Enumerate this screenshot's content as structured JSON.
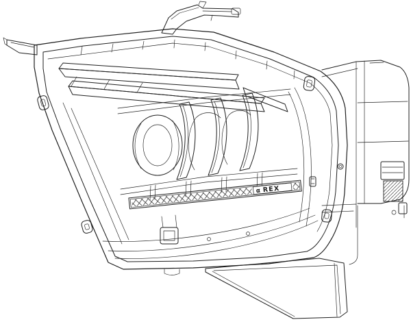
{
  "figure": {
    "kind": "technical-line-drawing",
    "subject": "LED headlight assembly, three-quarter exploded side view",
    "background_color": "#ffffff",
    "line_color": "#1d1d1d",
    "light_bar": {
      "brand_prefix": "α",
      "brand_text": "REX"
    }
  }
}
